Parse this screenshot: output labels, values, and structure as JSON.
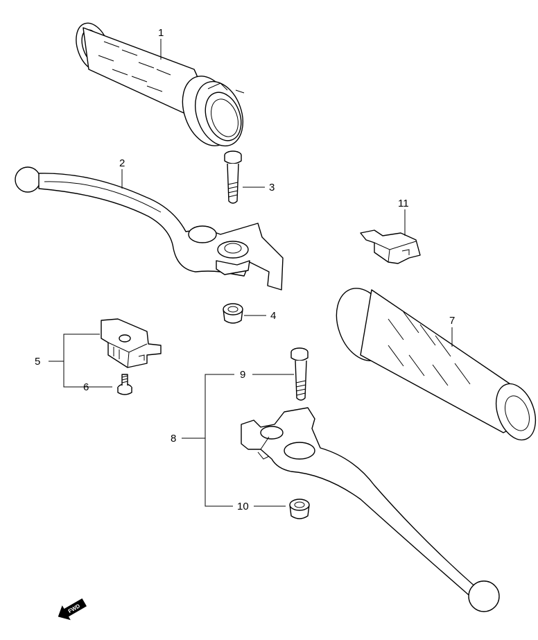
{
  "callouts": {
    "c1": "1",
    "c2": "2",
    "c3": "3",
    "c4": "4",
    "c5": "5",
    "c6": "6",
    "c7": "7",
    "c8": "8",
    "c9": "9",
    "c10": "10",
    "c11": "11"
  },
  "fwd_label": "FWD",
  "colors": {
    "line": "#000000",
    "background": "#ffffff"
  }
}
